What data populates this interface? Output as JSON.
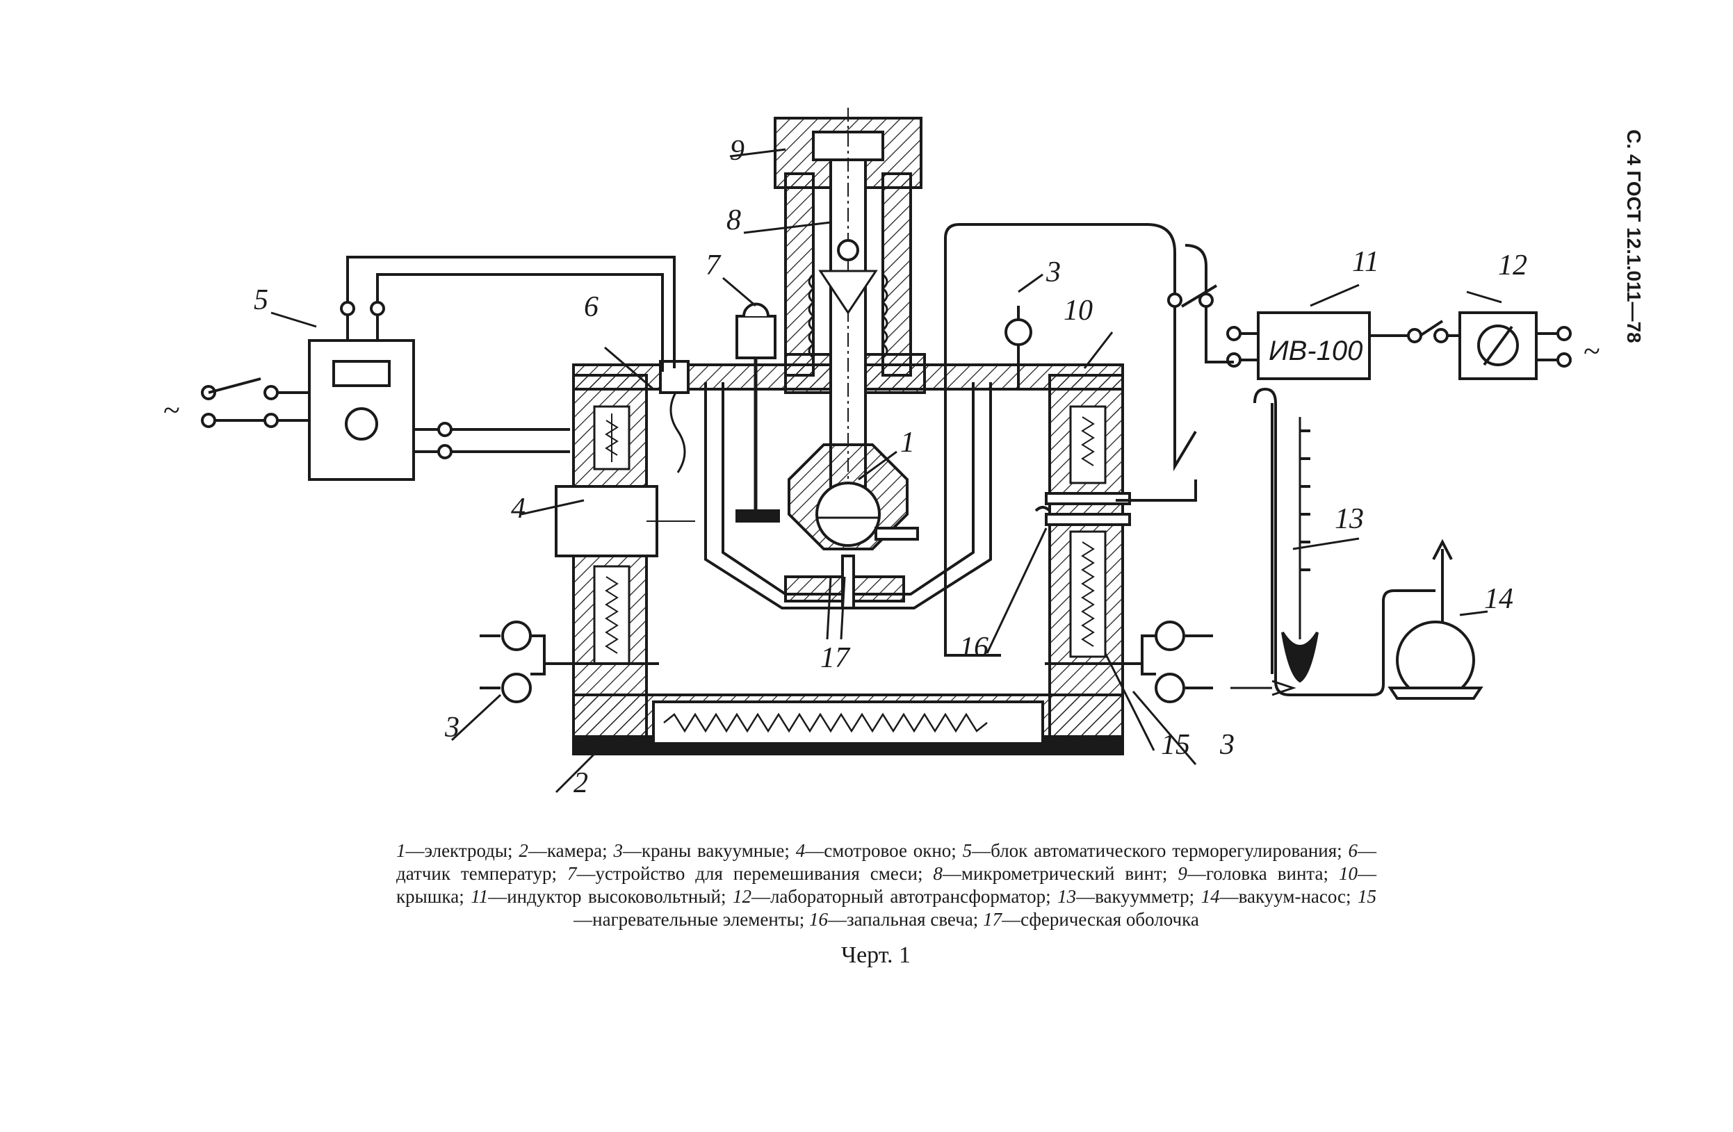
{
  "page_header": "С. 4 ГОСТ 12.1.011—78",
  "ac_symbol": "~",
  "components": {
    "generator_label": "ИВ-100"
  },
  "callouts": [
    "1",
    "2",
    "3",
    "3",
    "3",
    "3",
    "4",
    "5",
    "6",
    "7",
    "8",
    "9",
    "10",
    "11",
    "12",
    "13",
    "14",
    "15",
    "16",
    "17"
  ],
  "legend": [
    {
      "num": "1",
      "text": "—электроды; "
    },
    {
      "num": "2",
      "text": "—камера; "
    },
    {
      "num": "3",
      "text": "—краны вакуумные; "
    },
    {
      "num": "4",
      "text": "—смотровое окно; "
    },
    {
      "num": "5",
      "text": "—блок автоматического терморегулирования; "
    },
    {
      "num": "6",
      "text": "—датчик температур; "
    },
    {
      "num": "7",
      "text": "—устройство для перемешивания смеси; "
    },
    {
      "num": "8",
      "text": "—микрометрический винт; "
    },
    {
      "num": "9",
      "text": "—головка винта; "
    },
    {
      "num": "10",
      "text": "—крышка; "
    },
    {
      "num": "11",
      "text": "—индуктор высоковольтный; "
    },
    {
      "num": "12",
      "text": "—лабораторный автотрансформатор; "
    },
    {
      "num": "13",
      "text": "—вакуумметр; "
    },
    {
      "num": "14",
      "text": "—вакуум-насос; "
    },
    {
      "num": "15",
      "text": "—нагревательные элементы; "
    },
    {
      "num": "16",
      "text": "—запальная свеча; "
    },
    {
      "num": "17",
      "text": "—сферическая оболочка"
    }
  ],
  "caption": "Черт. 1"
}
